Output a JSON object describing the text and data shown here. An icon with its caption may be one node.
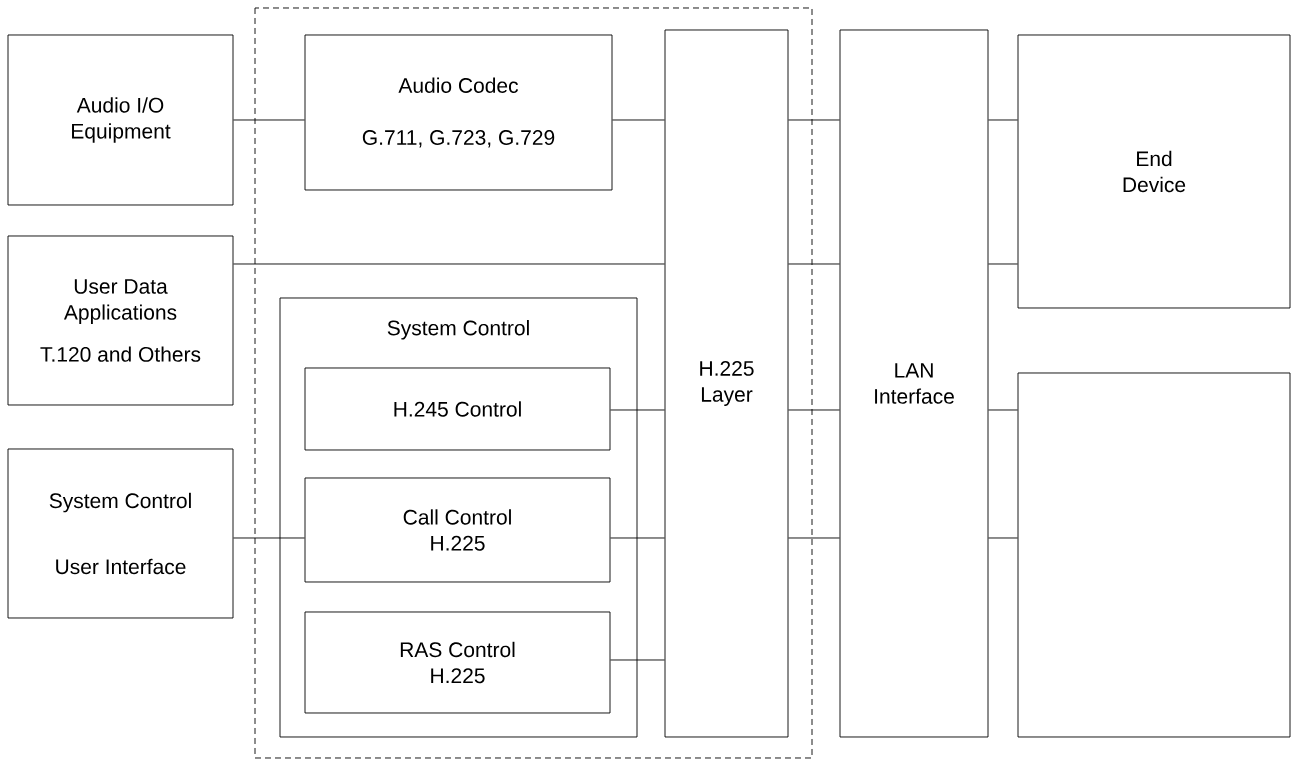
{
  "diagram": {
    "nodes": [
      {
        "text": [
          "Audio I/O Equipment"
        ]
      },
      {
        "text": [
          "Audio Codec",
          "G.711, G.723, G.729"
        ]
      },
      {
        "text": [
          "H.225 Layer"
        ]
      },
      {
        "text": [
          "LAN Interface"
        ]
      },
      {
        "text": [
          "End Device"
        ]
      },
      {
        "text": [
          "User Data Applications",
          "T.120 and Others"
        ]
      },
      {
        "text": [
          "System Control"
        ]
      },
      {
        "text": [
          "H.245 Control"
        ],
        "in": 6
      },
      {
        "text": [
          "System Control",
          "User Interface"
        ]
      },
      {
        "text": [
          "Call Control H.225"
        ],
        "in": 6
      },
      {
        "text": [
          "RAS Control H.225"
        ],
        "in": 6
      },
      {
        "text": [],
        "shape": "box"
      }
    ],
    "edges": [
      {
        "from": 0,
        "to": 1,
        "arrow": "none"
      },
      {
        "from": 1,
        "to": 2,
        "arrow": "none"
      },
      {
        "from": 5,
        "to": 2,
        "arrow": "none"
      },
      {
        "from": 7,
        "to": 2,
        "arrow": "none"
      },
      {
        "from": 8,
        "to": 9,
        "arrow": "none"
      },
      {
        "from": 9,
        "to": 2,
        "arrow": "none"
      },
      {
        "from": 10,
        "to": 2,
        "arrow": "none"
      },
      {
        "from": 2,
        "to": 3,
        "arrow": "none"
      },
      {
        "from": 2,
        "to": 3,
        "arrow": "none"
      },
      {
        "from": 2,
        "to": 3,
        "arrow": "none"
      },
      {
        "from": 2,
        "to": 3,
        "arrow": "none"
      },
      {
        "from": 3,
        "to": 4,
        "arrow": "none"
      },
      {
        "from": 3,
        "to": 4,
        "arrow": "none"
      },
      {
        "from": 3,
        "to": 11,
        "arrow": "none"
      },
      {
        "from": 3,
        "to": 11,
        "arrow": "none"
      }
    ]
  }
}
